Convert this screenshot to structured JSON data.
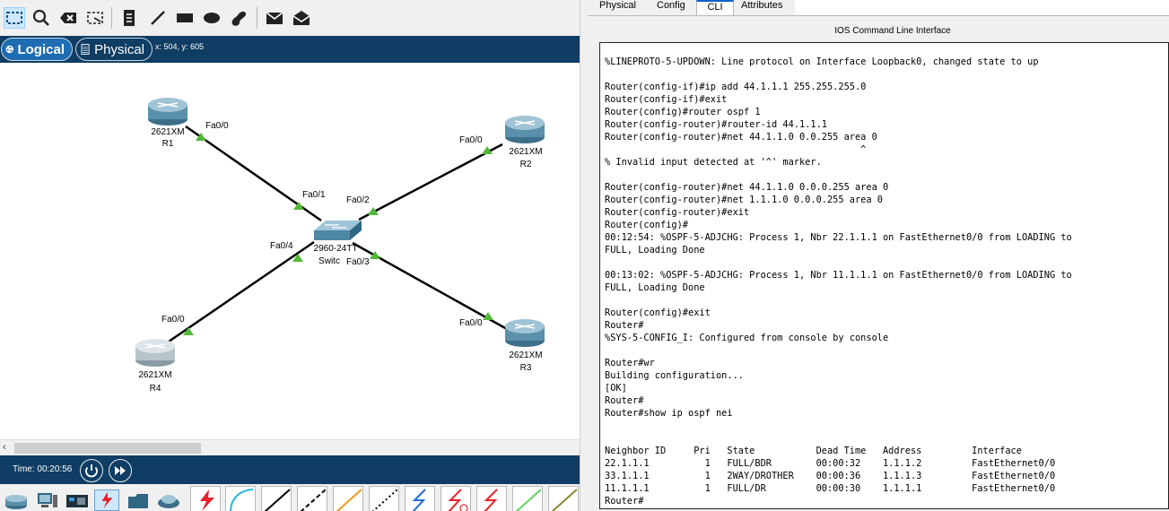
{
  "left": {
    "modes": {
      "logical": "Logical",
      "physical": "Physical"
    },
    "coords": "x: 504, y: 605",
    "time_label": "Time: 00:20:56",
    "devices": {
      "r1": {
        "model": "2621XM",
        "name": "R1"
      },
      "r2": {
        "model": "2621XM",
        "name": "R2"
      },
      "r3": {
        "model": "2621XM",
        "name": "R3"
      },
      "r4": {
        "model": "2621XM",
        "name": "R4"
      },
      "sw": {
        "model": "2960-24TT",
        "name": "Switc"
      }
    },
    "ports": {
      "r1": "Fa0/0",
      "r2": "Fa0/0",
      "r3": "Fa0/0",
      "r4": "Fa0/0",
      "sw1": "Fa0/1",
      "sw2": "Fa0/2",
      "sw3": "Fa0/3",
      "sw4": "Fa0/4"
    },
    "colors": {
      "link_up": "#52b837",
      "mode_bar": "#0f3d63"
    }
  },
  "right": {
    "tabs": [
      "Physical",
      "Config",
      "CLI",
      "Attributes"
    ],
    "active_tab": "CLI",
    "title": "IOS Command Line Interface",
    "terminal_lines": [
      "%LINEPROTO-5-UPDOWN: Line protocol on Interface Loopback0, changed state to up",
      "",
      "Router(config-if)#ip add 44.1.1.1 255.255.255.0",
      "Router(config-if)#exit",
      "Router(config)#router ospf 1",
      "Router(config-router)#router-id 44.1.1.1",
      "Router(config-router)#net 44.1.1.0 0.0.255 area 0",
      "                                              ^",
      "% Invalid input detected at '^' marker.",
      "",
      "Router(config-router)#net 44.1.1.0 0.0.0.255 area 0",
      "Router(config-router)#net 1.1.1.0 0.0.0.255 area 0",
      "Router(config-router)#exit",
      "Router(config)#",
      "00:12:54: %OSPF-5-ADJCHG: Process 1, Nbr 22.1.1.1 on FastEthernet0/0 from LOADING to",
      "FULL, Loading Done",
      "",
      "00:13:02: %OSPF-5-ADJCHG: Process 1, Nbr 11.1.1.1 on FastEthernet0/0 from LOADING to",
      "FULL, Loading Done",
      "",
      "Router(config)#exit",
      "Router#",
      "%SYS-5-CONFIG_I: Configured from console by console",
      "",
      "Router#wr",
      "Building configuration...",
      "[OK]",
      "Router#",
      "Router#show ip ospf nei",
      "",
      "",
      "Neighbor ID     Pri   State           Dead Time   Address         Interface",
      "22.1.1.1          1   FULL/BDR        00:00:32    1.1.1.2         FastEthernet0/0",
      "33.1.1.1          1   2WAY/DROTHER    00:00:36    1.1.1.3         FastEthernet0/0",
      "11.1.1.1          1   FULL/DR         00:00:30    1.1.1.1         FastEthernet0/0",
      "Router#"
    ]
  }
}
